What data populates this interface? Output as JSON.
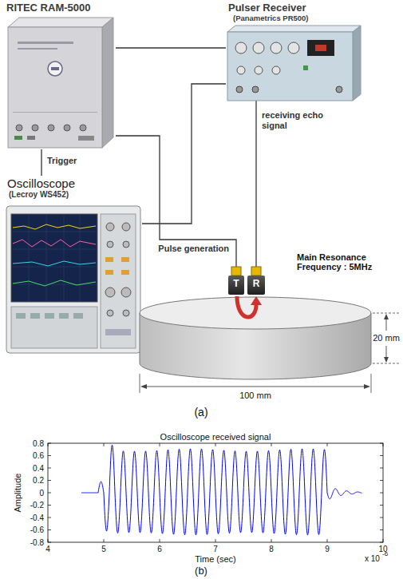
{
  "diagram": {
    "nodes": [
      {
        "text": [
          "RITEC RAM-5000"
        ]
      },
      {
        "text": [
          "Pulser Receiver",
          "(Panametrics PR500)"
        ]
      },
      {
        "text": [
          "Oscilloscope",
          "(Lecroy WS452)"
        ]
      },
      {
        "text": [
          "T"
        ]
      },
      {
        "text": [
          "R"
        ]
      }
    ],
    "edges": [
      {
        "from": 0,
        "to": 1,
        "arrow": "none"
      },
      {
        "from": 0,
        "to": 2,
        "label": "Trigger",
        "arrow": "none"
      },
      {
        "from": 0,
        "to": 3,
        "label": "Pulse generation",
        "arrow": "none"
      },
      {
        "from": 1,
        "to": 2,
        "arrow": "none"
      },
      {
        "from": 1,
        "to": 4,
        "label": "receiving echo signal",
        "arrow": "none"
      }
    ],
    "labels": [
      "Main Resonance Frequency : 5MHz",
      "20 mm",
      "100 mm",
      "(a)",
      "Oscilloscope received signal",
      "Amplitude",
      "0.8",
      "0.6",
      "0.4",
      "0.2",
      "0",
      "-0.2",
      "-0.4",
      "-0.6",
      "-0.8",
      "4",
      "5",
      "6",
      "7",
      "8",
      "9",
      "10",
      "Time (sec)",
      "x 10",
      "-6",
      "(b)"
    ]
  }
}
